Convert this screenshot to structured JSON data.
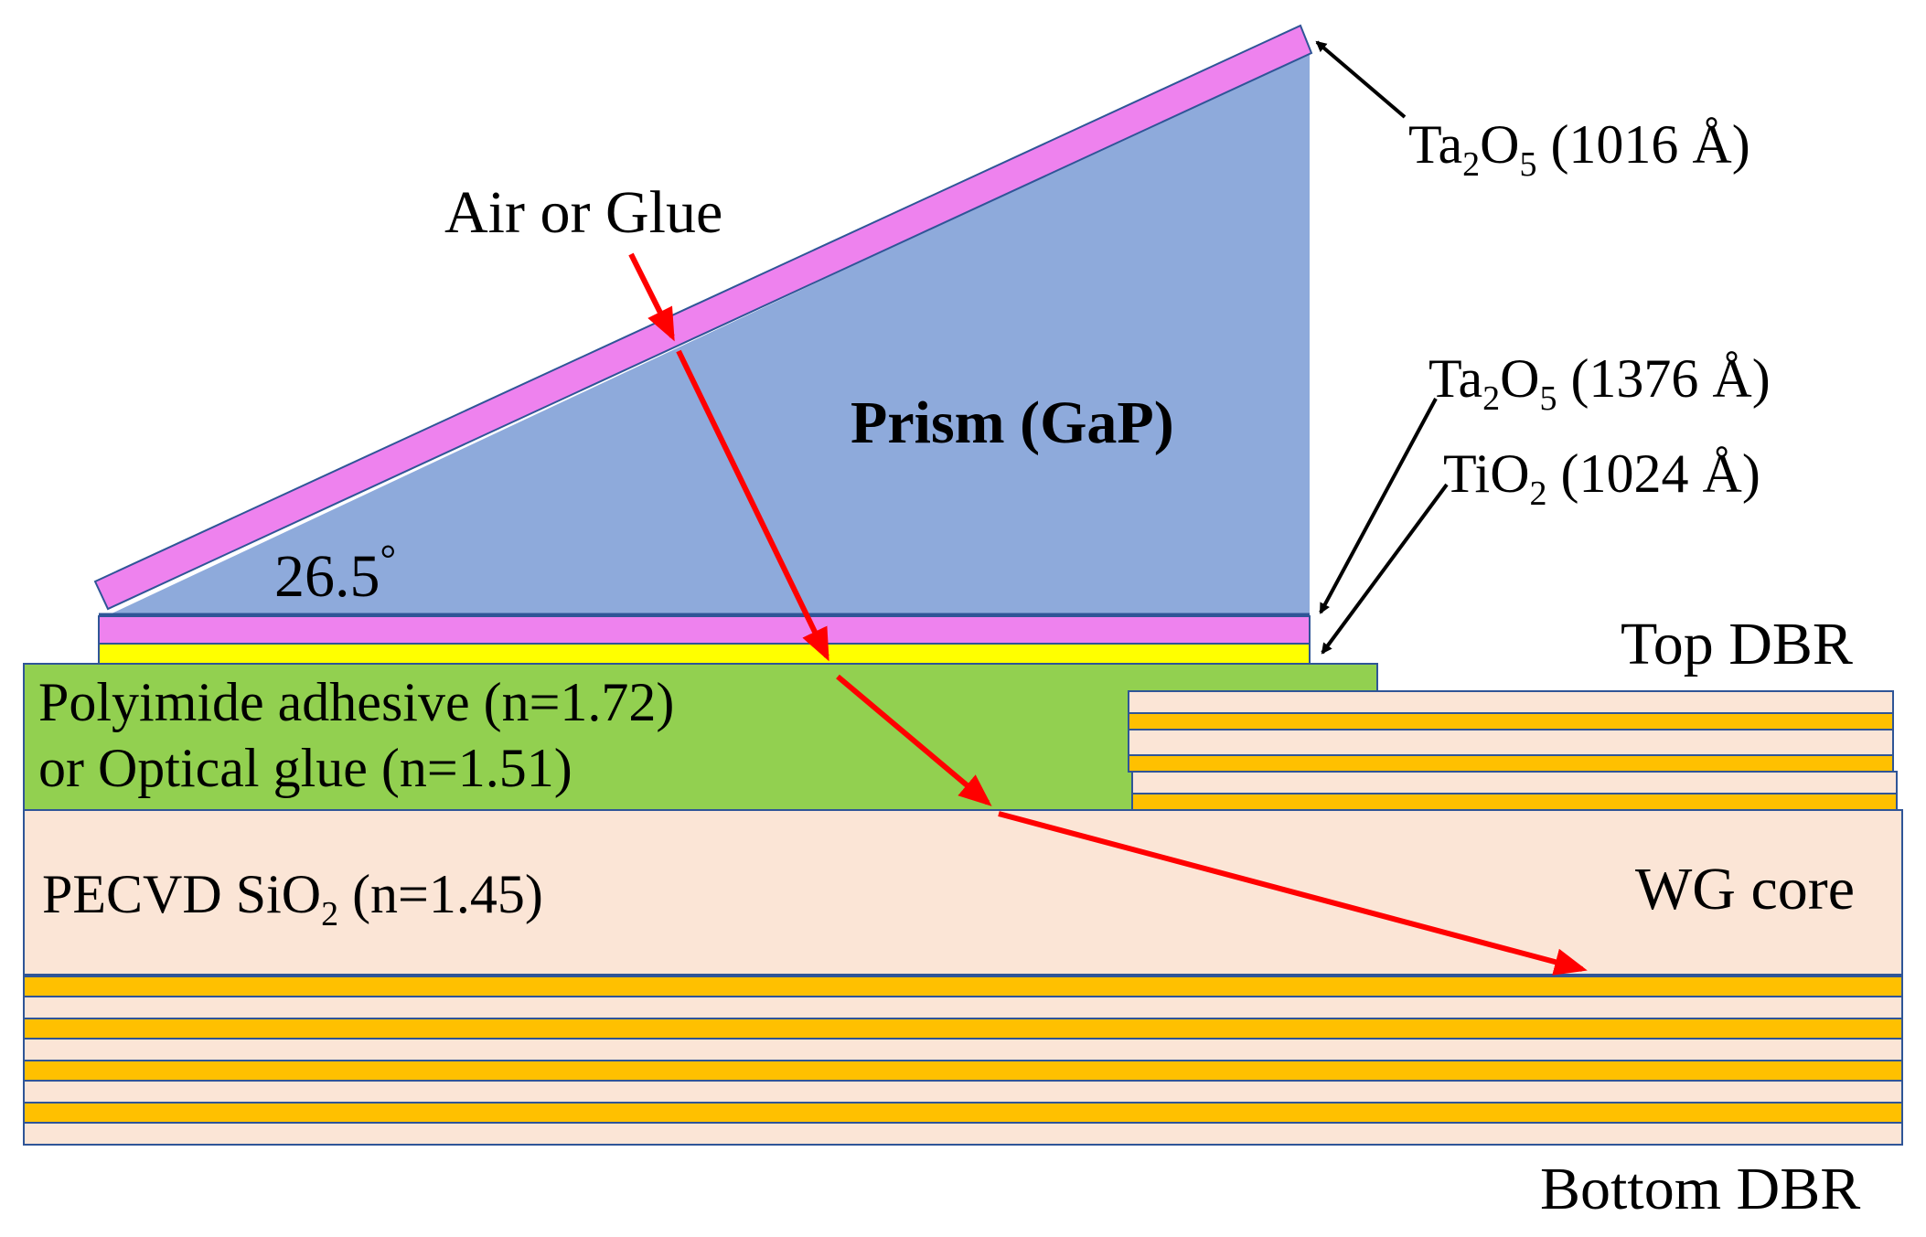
{
  "labels": {
    "air_or_glue": "Air or Glue",
    "prism": "Prism (GaP)",
    "angle": "26.5",
    "angle_unit": "°",
    "ta2o5_top": {
      "pre": "Ta",
      "sub1": "2",
      "mid": "O",
      "sub2": "5",
      "post": " (1016 Å)"
    },
    "ta2o5_bottom": {
      "pre": "Ta",
      "sub1": "2",
      "mid": "O",
      "sub2": "5",
      "post": " (1376 Å)"
    },
    "tio2": {
      "pre": "TiO",
      "sub1": "2",
      "post": " (1024 Å)"
    },
    "top_dbr": "Top DBR",
    "adhesive_line1": "Polyimide adhesive (n=1.72)",
    "adhesive_line2": "or Optical glue (n=1.51)",
    "sio2": {
      "pre": "PECVD SiO",
      "sub1": "2",
      "post": " (n=1.45)"
    },
    "wg_core": "WG core",
    "bottom_dbr": "Bottom DBR"
  },
  "colors": {
    "prism": "#8eaadb",
    "ta2o5": "#ee82ee",
    "tio2": "#ffff00",
    "adhesive": "#92d050",
    "sio2": "#fbe5d6",
    "dbr_high": "#ffc000",
    "dbr_low": "#fbe5d6",
    "outline": "#2f5597",
    "ray": "#ff0000"
  }
}
